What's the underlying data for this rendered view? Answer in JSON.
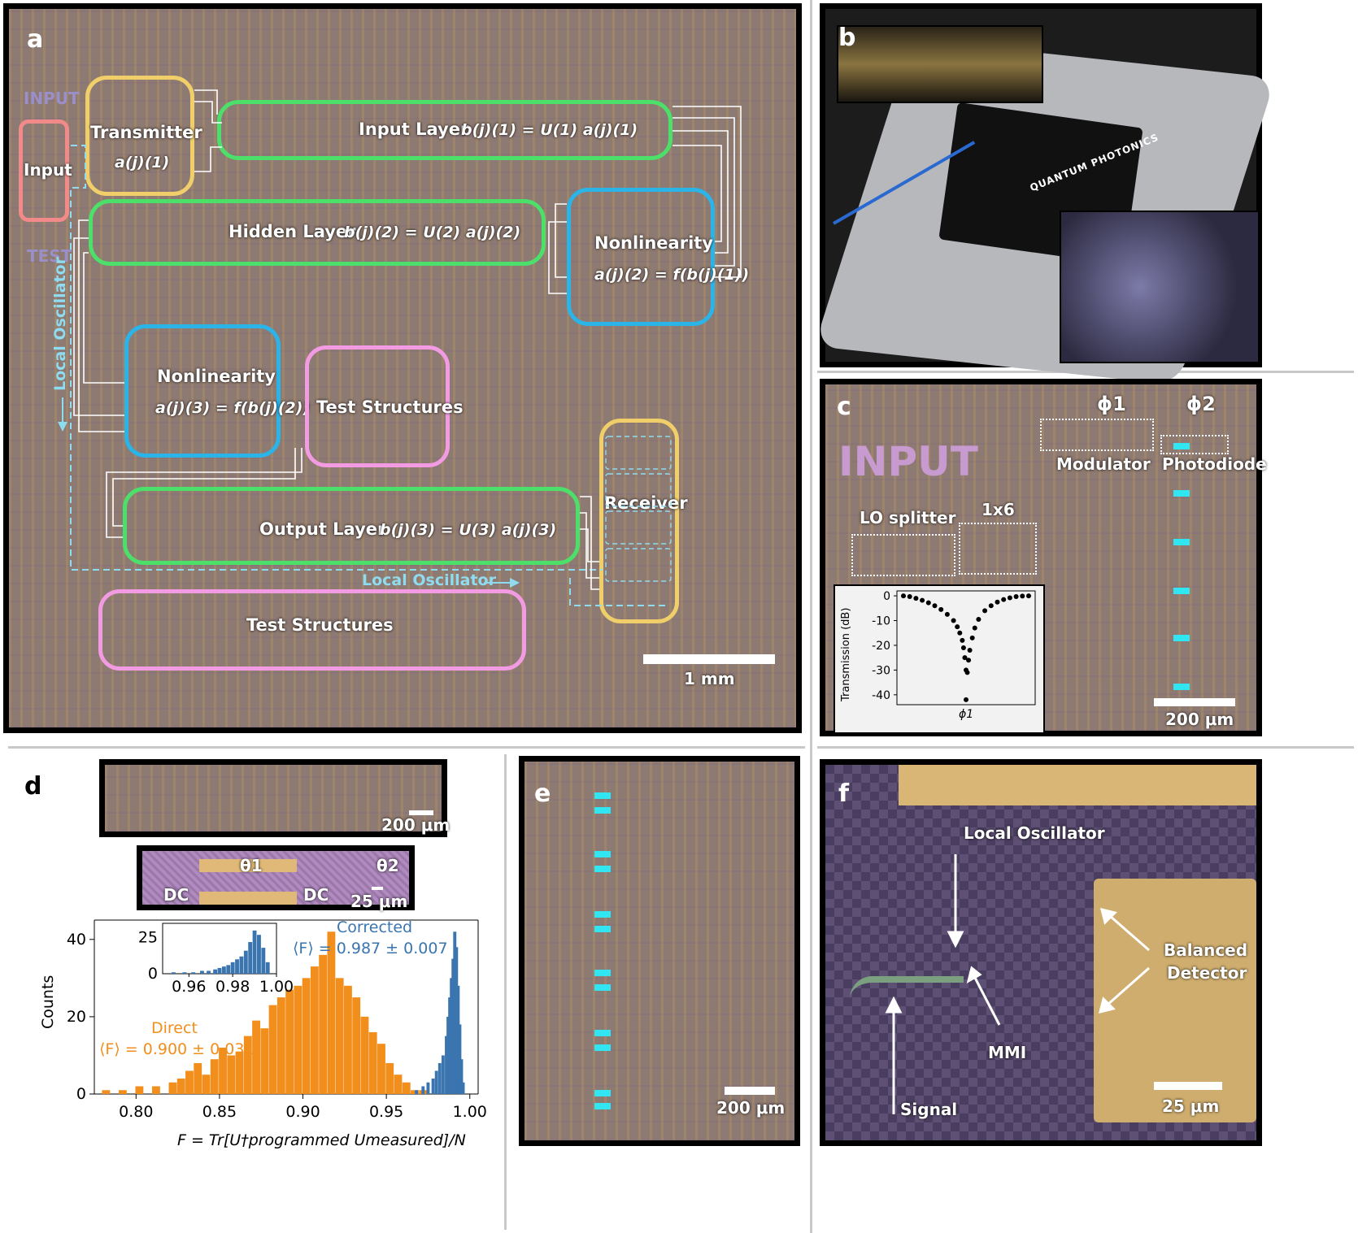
{
  "panel_a": {
    "label": "a",
    "transmitter": "Transmitter",
    "transmitter_eq": "a(j)(1)",
    "input": "Input",
    "input_layer": "Input Layer",
    "input_layer_eq": "b(j)(1) = U(1) a(j)(1)",
    "hidden_layer": "Hidden Layer",
    "hidden_layer_eq": "b(j)(2) = U(2) a(j)(2)",
    "nonlinearity_1": "Nonlinearity",
    "nonlinearity_1_eq": "a(j)(2) = f(b(j)(1))",
    "nonlinearity_2": "Nonlinearity",
    "nonlinearity_2_eq": "a(j)(3) = f(b(j)(2))",
    "test_structures_1": "Test Structures",
    "test_structures_2": "Test Structures",
    "receiver": "Receiver",
    "output_layer": "Output Layer",
    "output_layer_eq": "b(j)(3) = U(3) a(j)(3)",
    "local_oscillator_v": "Local Oscillator",
    "local_oscillator_h": "Local Oscillator",
    "scale": "1 mm",
    "chip_input": "INPUT",
    "chip_test": "TEST"
  },
  "panel_b": {
    "label": "b",
    "logo_text": "QUANTUM PHOTONICS"
  },
  "panel_c": {
    "label": "c",
    "phi1": "ϕ1",
    "phi2": "ϕ2",
    "modulator": "Modulator",
    "photodiode": "Photodiode",
    "lo_splitter": "LO splitter",
    "split": "1x6",
    "input_text": "INPUT",
    "scale": "200 μm",
    "inset": {
      "ylabel": "Transmission (dB)",
      "xlabel": "ϕ1",
      "yticks": [
        "0",
        "-10",
        "-20",
        "-30",
        "-40"
      ]
    }
  },
  "panel_d": {
    "label": "d",
    "scale_top": "200 μm",
    "theta1": "θ1",
    "theta2": "θ2",
    "dc1": "DC",
    "dc2": "DC",
    "scale_mid": "25 μm",
    "ylabel": "Counts",
    "xlabel": "F = Tr[U†programmed Umeasured]/N",
    "corrected_label": "Corrected",
    "corrected_value": "⟨F⟩ = 0.987 ± 0.007",
    "direct_label": "Direct",
    "direct_value": "⟨F⟩ = 0.900 ± 0.031",
    "colors": {
      "direct": "#f28e1c",
      "corrected": "#3a75b0"
    }
  },
  "panel_e": {
    "label": "e",
    "scale": "200 μm"
  },
  "panel_f": {
    "label": "f",
    "local_oscillator": "Local Oscillator",
    "balanced_detector_1": "Balanced",
    "balanced_detector_2": "Detector",
    "mmi": "MMI",
    "signal": "Signal",
    "scale": "25 μm"
  },
  "chart_data": [
    {
      "type": "bar",
      "title": "",
      "xlabel": "F = Tr[U†programmed Umeasured]/N",
      "ylabel": "Counts",
      "xlim": [
        0.775,
        1.005
      ],
      "ylim": [
        0,
        45
      ],
      "xticks": [
        0.8,
        0.85,
        0.9,
        0.95,
        1.0
      ],
      "yticks": [
        0,
        20,
        40
      ],
      "series": [
        {
          "name": "Direct",
          "bin_centers": [
            0.782,
            0.792,
            0.802,
            0.812,
            0.822,
            0.827,
            0.832,
            0.837,
            0.842,
            0.847,
            0.852,
            0.857,
            0.862,
            0.867,
            0.872,
            0.877,
            0.882,
            0.887,
            0.892,
            0.897,
            0.902,
            0.907,
            0.912,
            0.917,
            0.922,
            0.927,
            0.932,
            0.937,
            0.942,
            0.947,
            0.952,
            0.957,
            0.962,
            0.967,
            0.972
          ],
          "values": [
            1,
            1,
            2,
            2,
            3,
            4,
            6,
            8,
            5,
            9,
            12,
            10,
            11,
            15,
            19,
            17,
            23,
            25,
            27,
            28,
            30,
            33,
            36,
            42,
            30,
            28,
            25,
            20,
            16,
            13,
            8,
            5,
            3,
            1,
            1
          ]
        },
        {
          "name": "Corrected",
          "bin_centers": [
            0.968,
            0.972,
            0.975,
            0.978,
            0.98,
            0.982,
            0.984,
            0.986,
            0.987,
            0.988,
            0.989,
            0.99,
            0.991,
            0.992,
            0.993,
            0.994,
            0.995,
            0.996
          ],
          "values": [
            1,
            2,
            3,
            4,
            6,
            8,
            10,
            15,
            20,
            25,
            30,
            35,
            42,
            38,
            28,
            18,
            9,
            3
          ]
        }
      ]
    },
    {
      "type": "bar",
      "title": "",
      "xlabel": "",
      "ylabel": "",
      "xlim": [
        0.948,
        1.0
      ],
      "ylim": [
        0,
        35
      ],
      "xticks": [
        0.96,
        0.98,
        1.0
      ],
      "yticks": [
        0,
        25
      ],
      "series": [
        {
          "name": "Corrected",
          "bin_centers": [
            0.953,
            0.958,
            0.962,
            0.966,
            0.969,
            0.972,
            0.974,
            0.976,
            0.978,
            0.98,
            0.982,
            0.984,
            0.986,
            0.988,
            0.99,
            0.992,
            0.994,
            0.996
          ],
          "values": [
            1,
            1,
            1,
            2,
            2,
            3,
            4,
            5,
            6,
            8,
            10,
            12,
            16,
            22,
            30,
            27,
            18,
            8
          ]
        }
      ]
    },
    {
      "type": "scatter",
      "title": "",
      "xlabel": "ϕ1",
      "ylabel": "Transmission (dB)",
      "ylim": [
        -44,
        2
      ],
      "yticks": [
        0,
        -10,
        -20,
        -30,
        -40
      ],
      "x": [
        0.0,
        0.05,
        0.1,
        0.15,
        0.2,
        0.25,
        0.3,
        0.35,
        0.4,
        0.43,
        0.45,
        0.47,
        0.48,
        0.49,
        0.5,
        0.5,
        0.51,
        0.52,
        0.53,
        0.55,
        0.57,
        0.6,
        0.65,
        0.7,
        0.75,
        0.8,
        0.85,
        0.9,
        0.95,
        1.0
      ],
      "y": [
        0,
        -0.3,
        -1,
        -1.8,
        -2.8,
        -4,
        -5.5,
        -7.5,
        -10,
        -12.5,
        -15,
        -18,
        -21,
        -25,
        -30,
        -42,
        -31,
        -26,
        -22,
        -17,
        -13,
        -9.5,
        -6,
        -4,
        -2.5,
        -1.5,
        -0.8,
        -0.3,
        -0.1,
        0
      ]
    }
  ]
}
